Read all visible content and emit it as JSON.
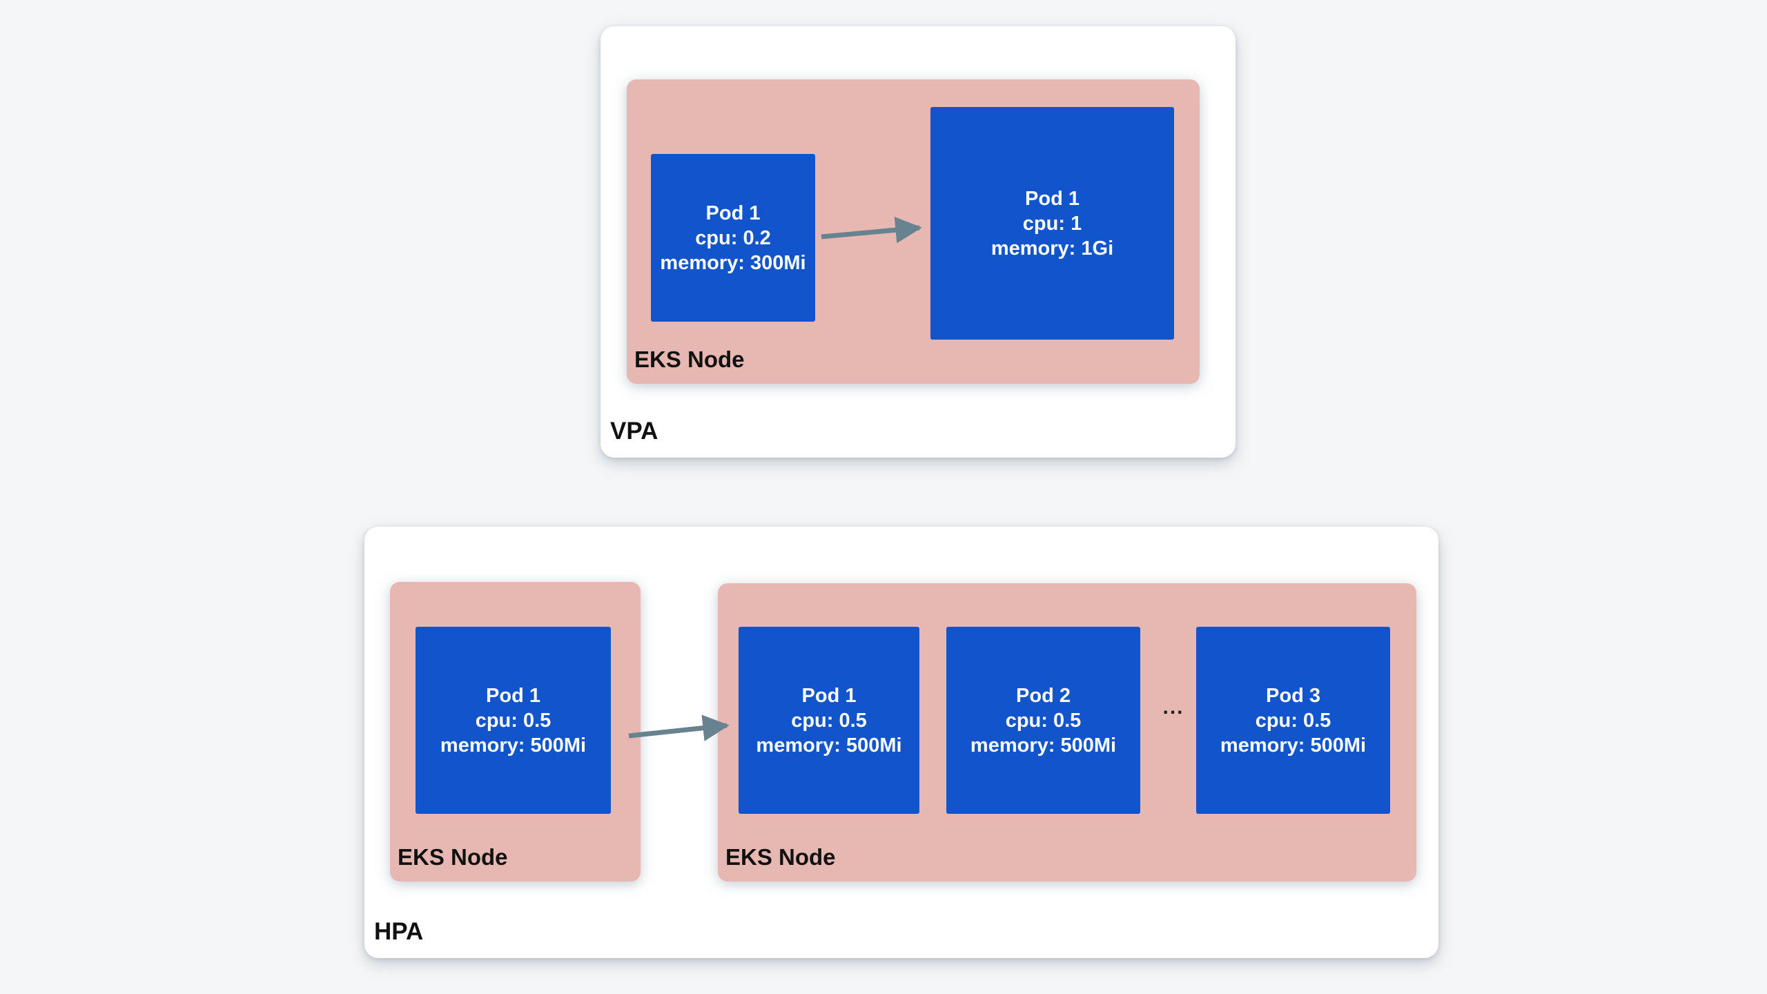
{
  "colors": {
    "bg": "#f5f6f7",
    "card_fill": "#ffffff",
    "node_fill": "#e7b8b1",
    "pod_fill": "#1254cb",
    "pod_text": "#ffffff",
    "label_text": "#111111",
    "arrow": "#68838f"
  },
  "vpa": {
    "label": "VPA",
    "node": {
      "label": "EKS Node",
      "pod_before": {
        "name": "Pod 1",
        "cpu": "cpu: 0.2",
        "memory": "memory: 300Mi"
      },
      "pod_after": {
        "name": "Pod 1",
        "cpu": "cpu: 1",
        "memory": "memory: 1Gi"
      }
    }
  },
  "hpa": {
    "label": "HPA",
    "node_before": {
      "label": "EKS Node",
      "pod": {
        "name": "Pod 1",
        "cpu": "cpu: 0.5",
        "memory": "memory: 500Mi"
      }
    },
    "node_after": {
      "label": "EKS Node",
      "ellipsis": "...",
      "pods": [
        {
          "name": "Pod 1",
          "cpu": "cpu: 0.5",
          "memory": "memory: 500Mi"
        },
        {
          "name": "Pod 2",
          "cpu": "cpu: 0.5",
          "memory": "memory: 500Mi"
        },
        {
          "name": "Pod 3",
          "cpu": "cpu: 0.5",
          "memory": "memory: 500Mi"
        }
      ]
    }
  }
}
